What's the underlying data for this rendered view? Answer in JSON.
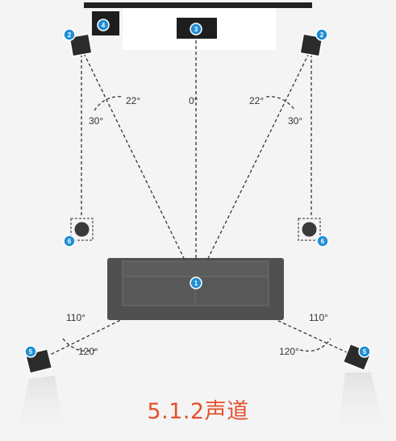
{
  "title": "5.1.2声道",
  "colors": {
    "background": "#f4f4f5",
    "badge": "#1f8ed6",
    "sofa": "#505050",
    "speaker": "#2b2b2b",
    "title": "#e3502a"
  },
  "badges": {
    "listener": "1",
    "front_left": "2",
    "front_right": "2",
    "center": "3",
    "tv_side": "4",
    "surround_left": "5",
    "surround_right": "5",
    "subwoofer_left": "6",
    "subwoofer_right": "6"
  },
  "angles": {
    "center": "0°",
    "left_front_inner": "22°",
    "left_front_outer": "30°",
    "right_front_inner": "22°",
    "right_front_outer": "30°",
    "left_surround_upper": "110°",
    "left_surround_lower": "120°",
    "right_surround_upper": "110°",
    "right_surround_lower": "120°"
  },
  "icons": [
    "speaker-icon",
    "subwoofer-icon",
    "sofa-icon",
    "tv-icon"
  ]
}
